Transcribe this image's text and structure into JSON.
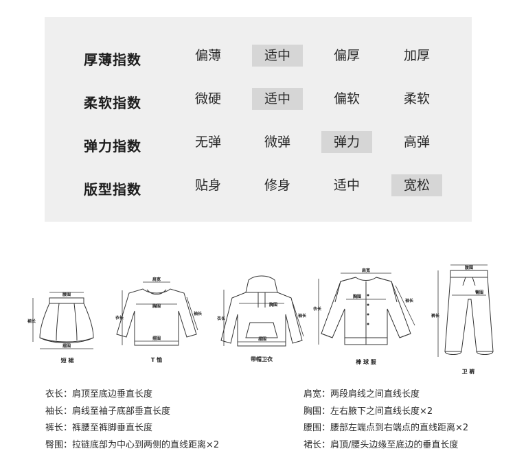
{
  "index_table": {
    "rows": [
      {
        "label": "厚薄指数",
        "options": [
          "偏薄",
          "适中",
          "偏厚",
          "加厚"
        ],
        "selected": 1
      },
      {
        "label": "柔软指数",
        "options": [
          "微硬",
          "适中",
          "偏软",
          "柔软"
        ],
        "selected": 1
      },
      {
        "label": "弹力指数",
        "options": [
          "无弹",
          "微弹",
          "弹力",
          "高弹"
        ],
        "selected": 2
      },
      {
        "label": "版型指数",
        "options": [
          "贴身",
          "修身",
          "适中",
          "宽松"
        ],
        "selected": 3
      }
    ]
  },
  "garments": {
    "skirt": {
      "caption": "短 裙",
      "waist": "腰围",
      "length": "裙长",
      "hem": "摆围"
    },
    "tshirt": {
      "caption": "T 恤",
      "shoulder": "肩宽",
      "chest": "胸围",
      "body_length": "衣长",
      "sleeve": "袖长",
      "hem": "摆围"
    },
    "hoodie": {
      "caption": "带帽卫衣",
      "chest": "胸围",
      "body_length": "衣长",
      "sleeve": "袖长",
      "hem": "摆围"
    },
    "jacket": {
      "caption": "棒 球 服",
      "shoulder": "肩宽",
      "chest": "胸围",
      "body_length": "衣长",
      "sleeve": "袖长"
    },
    "pants": {
      "caption": "卫 裤",
      "waist": "腰围",
      "hip": "臀围",
      "length": "裤长"
    }
  },
  "definitions": {
    "left": [
      {
        "term": "衣长",
        "desc": "肩顶至底边垂直长度"
      },
      {
        "term": "袖长",
        "desc": "肩线至袖子底部垂直长度"
      },
      {
        "term": "裤长",
        "desc": "裤腰至裤脚垂直长度"
      },
      {
        "term": "臀围",
        "desc": "拉链底部为中心到两侧的直线距离×2"
      }
    ],
    "right": [
      {
        "term": "肩宽",
        "desc": "两段肩线之间直线长度"
      },
      {
        "term": "胸围",
        "desc": "左右腋下之间直线长度×2"
      },
      {
        "term": "腰围",
        "desc": "腰部左端点到右端点的直线距离×2"
      },
      {
        "term": "裙长",
        "desc": "肩頂/腰头边缘至底边的垂直长度"
      }
    ]
  },
  "separator": "："
}
